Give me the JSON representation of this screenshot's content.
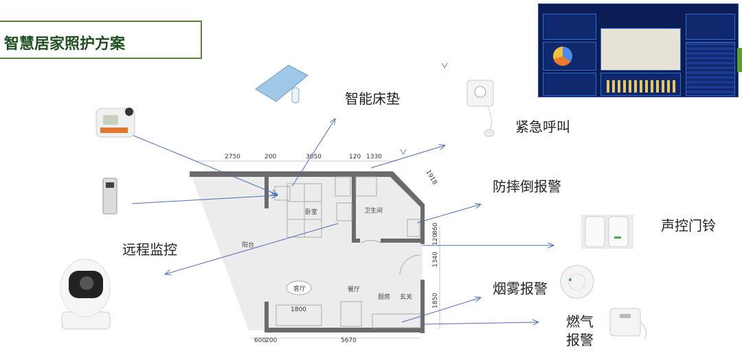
{
  "title": "智慧居家照护方案",
  "devices": {
    "mattress": "智能床垫",
    "emergency_call": "紧急呼叫",
    "fall_alarm": "防摔倒报警",
    "doorbell": "声控门铃",
    "remote_monitor": "远程监控",
    "smoke_alarm": "烟雾报警",
    "gas_alarm_line1": "燃气",
    "gas_alarm_line2": "报警"
  },
  "floor_plan": {
    "rooms": {
      "bedroom": "卧室",
      "bathroom": "卫生间",
      "balcony": "阳台",
      "living": "客厅",
      "dining": "餐厅",
      "kitchen": "厨房",
      "entrance": "玄关"
    },
    "dims_top": [
      "2750",
      "200",
      "3050",
      "120",
      "1330"
    ],
    "dims_right": [
      "1918",
      "860",
      "120",
      "1340",
      "1850"
    ],
    "dims_bottom": [
      "600",
      "200",
      "5670"
    ],
    "sofa": "1800"
  },
  "colors": {
    "arrow": "#4a6db3",
    "wall": "#6b6b6b",
    "title": "#1f4e1f",
    "frame": "#5b7f3a"
  }
}
